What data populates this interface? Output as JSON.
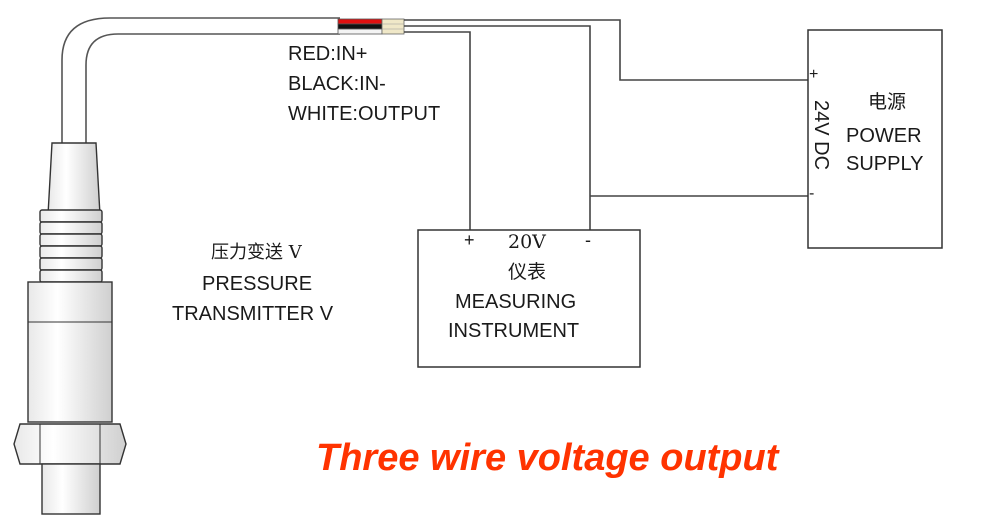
{
  "wire_legend": {
    "red": "RED:IN+",
    "black": "BLACK:IN-",
    "white": "WHITE:OUTPUT"
  },
  "transmitter": {
    "label_cn": "压力变送 V",
    "label_en_1": "PRESSURE",
    "label_en_2": "TRANSMITTER V"
  },
  "instrument": {
    "plus": "+",
    "voltage": "20V",
    "minus": "-",
    "label_cn": "仪表",
    "label_en_1": "MEASURING",
    "label_en_2": "INSTRUMENT"
  },
  "power_supply": {
    "plus": "+",
    "minus": "-",
    "voltage": "24V DC",
    "label_cn": "电源",
    "label_en_1": "POWER",
    "label_en_2": "SUPPLY"
  },
  "caption": "Three wire voltage output",
  "colors": {
    "red_wire": "#e01010",
    "black_wire": "#111111",
    "caption": "#ff3300"
  }
}
